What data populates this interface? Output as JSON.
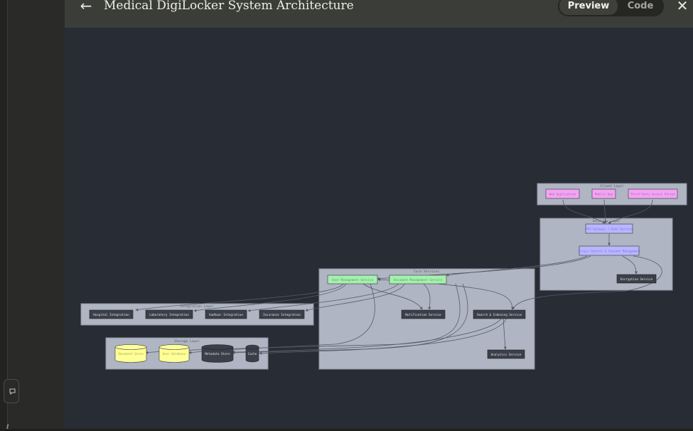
{
  "header": {
    "back_icon": "arrow-left-icon",
    "title": "Medical DigiLocker System Architecture",
    "toggle": {
      "preview_label": "Preview",
      "code_label": "Code",
      "selected": "Preview"
    },
    "close_icon": "close-icon"
  },
  "sidebar": {
    "feedback_icon": "speech-bubble-icon",
    "bottom_glyph": "ℓ"
  },
  "diagram": {
    "groups": {
      "client": "Client Layer",
      "security": "Security Layer",
      "core": "Core Services",
      "integration": "Integration Layer",
      "storage": "Storage Layer"
    },
    "nodes": {
      "web_app": "Web Application",
      "mobile_app": "Mobile App",
      "third_party": "Third Party Access Portal",
      "api_gateway": "API Gateway / Auth Service",
      "access_control": "Access Control & Consent Management",
      "encryption": "Encryption Service",
      "user_mgmt": "User Management Service",
      "doc_mgmt": "Document Management Service",
      "notification": "Notification Service",
      "search": "Search & Indexing Service",
      "analytics": "Analytics Service",
      "hospital": "Hospital Integration",
      "laboratory": "Laboratory Integration",
      "aadhaar": "Aadhaar Integration",
      "insurance": "Insurance Integration",
      "doc_store": "Document Store",
      "user_db": "User Database",
      "metadata": "Metadata Store",
      "cache": "Cache"
    },
    "colors": {
      "canvas": "#282c34",
      "group_fill": "#b0b5c3",
      "client_node": "#f4a3f4",
      "security_node": "#b9b6ff",
      "core_node": "#a6efb0",
      "dark_node": "#3a3f4a",
      "db_yellow": "#ffff99",
      "edge": "#555b66"
    }
  }
}
